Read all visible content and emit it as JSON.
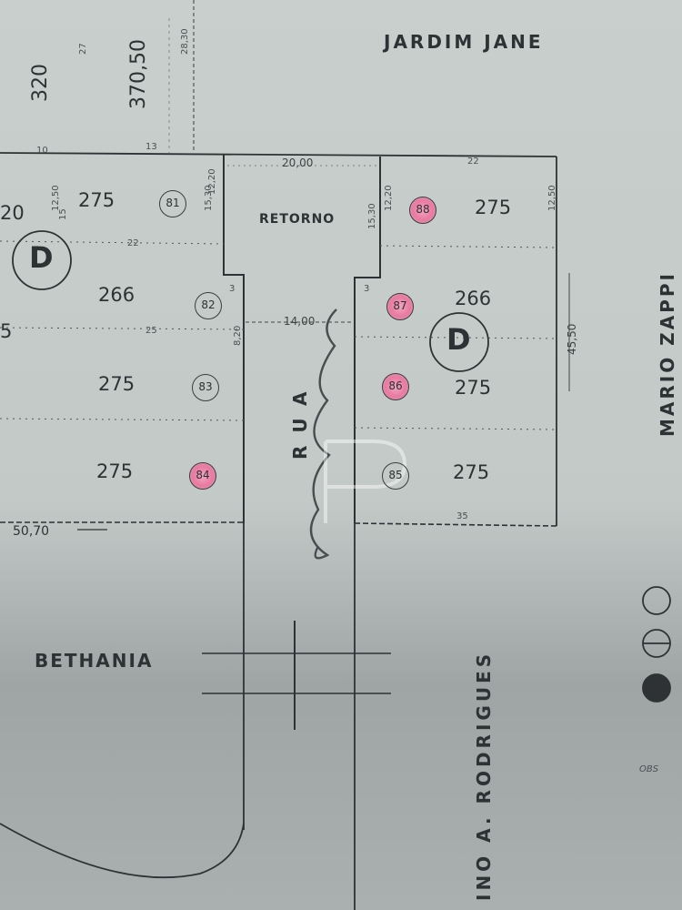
{
  "streets": {
    "jardim_jane": "JARDIM JANE",
    "mario_zappi": "MARIO ZAPPI",
    "bethania": "BETHANIA",
    "rodrigues": "INO A. RODRIGUES",
    "retorno": "RETORNO",
    "rua": "RUA",
    "d_mark": "D"
  },
  "top_numbers": {
    "n320": "320",
    "n370": "370,50",
    "n27": "27",
    "n2830": "28,30"
  },
  "lots": [
    {
      "id": "81",
      "highlighted": false
    },
    {
      "id": "82",
      "highlighted": false
    },
    {
      "id": "83",
      "highlighted": false
    },
    {
      "id": "84",
      "highlighted": true
    },
    {
      "id": "85",
      "highlighted": false
    },
    {
      "id": "86",
      "highlighted": true
    },
    {
      "id": "87",
      "highlighted": true
    },
    {
      "id": "88",
      "highlighted": true
    }
  ],
  "areas": {
    "a81": "275",
    "a82": "266",
    "a83": "275",
    "a84": "275",
    "a85": "275",
    "a86": "275",
    "a87": "266",
    "a88": "275",
    "left_edge_20": "20",
    "left_edge_5": "5"
  },
  "dimensions": {
    "retorno_width": "20,00",
    "rua_width": "14,00",
    "left_frontage": "50,70",
    "right_depth": "45,50",
    "d1250_left": "12,50",
    "d1250_right": "12,50",
    "d1530_left": "15,30",
    "d1530_right": "15,30",
    "d1220_left": "12,20",
    "d1220_right": "12,20",
    "d22": "22",
    "d25": "25",
    "d35": "35",
    "d3": "3",
    "d10": "10",
    "d13": "13",
    "d15": "15",
    "d820": "8,20"
  },
  "misc": {
    "obs": "OBS"
  },
  "colors": {
    "paper": "#c6ccca",
    "ink": "#2e3234",
    "highlight": "#e979a0"
  }
}
